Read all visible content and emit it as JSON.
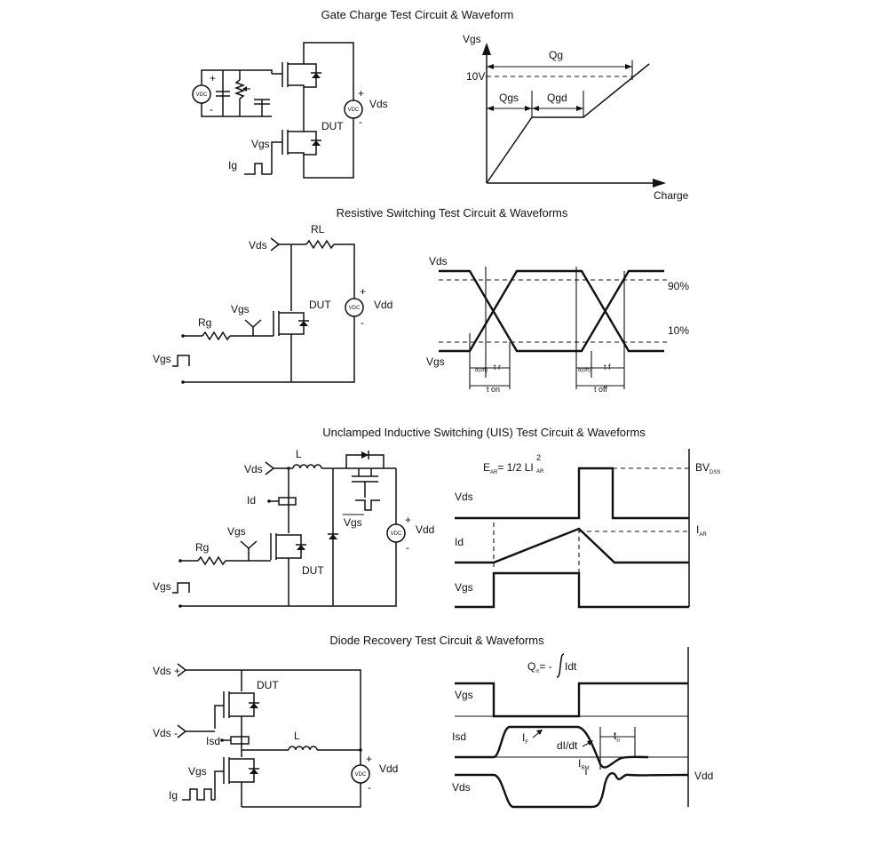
{
  "sections": {
    "gate_charge": {
      "title": "Gate Charge Test Circuit & Waveform",
      "circuit": {
        "source_plus": "+",
        "source_minus": "-",
        "vdc": "VDC",
        "vds": "Vds",
        "vds_plus": "+",
        "vds_minus": "-",
        "dut": "DUT",
        "vgs": "Vgs",
        "ig": "Ig"
      },
      "waveform": {
        "vgs": "Vgs",
        "qg": "Qg",
        "v10": "10V",
        "qgs": "Qgs",
        "qgd": "Qgd",
        "charge": "Charge"
      }
    },
    "resistive": {
      "title": "Resistive Switching Test Circuit & Waveforms",
      "circuit": {
        "vds": "Vds",
        "rl": "RL",
        "dut": "DUT",
        "vgs": "Vgs",
        "rg": "Rg",
        "vdc": "VDC",
        "vdd": "Vdd",
        "plus": "+",
        "minus": "-",
        "vgs_in": "Vgs"
      },
      "waveform": {
        "vds": "Vds",
        "p90": "90%",
        "p10": "10%",
        "vgs": "Vgs",
        "td_on": "d(on)",
        "tr": "t r",
        "td_off": "d(off)",
        "tf": "t f",
        "ton": "t on",
        "toff": "t off"
      }
    },
    "uis": {
      "title": "Unclamped Inductive Switching (UIS) Test Circuit & Waveforms",
      "circuit": {
        "vds": "Vds",
        "l": "L",
        "id": "Id",
        "vgs_bar": "Vgs",
        "vdc": "VDC",
        "vdd": "Vdd",
        "plus": "+",
        "minus": "-",
        "vgs": "Vgs",
        "rg": "Rg",
        "dut": "DUT",
        "vgs_in": "Vgs"
      },
      "waveform": {
        "ear": "E",
        "ear_sub": "AR",
        "ear_eq": "= 1/2 LI",
        "ear_exp": "2",
        "ear_sub2": "AR",
        "bv": "BV",
        "bv_sub": "DSS",
        "vds": "Vds",
        "id": "Id",
        "iar": "I",
        "iar_sub": "AR",
        "vgs": "Vgs"
      }
    },
    "diode": {
      "title": "Diode Recovery Test Circuit & Waveforms",
      "circuit": {
        "vds_plus": "Vds +",
        "dut": "DUT",
        "vds_minus": "Vds -",
        "isd": "Isd",
        "l": "L",
        "vdc": "VDC",
        "vdd": "Vdd",
        "plus": "+",
        "minus": "-",
        "vgs": "Vgs",
        "ig": "Ig"
      },
      "waveform": {
        "qrr": "Q",
        "qrr_sub": "rr",
        "qrr_eq": "= -",
        "idt": "Idt",
        "vgs": "Vgs",
        "isd": "Isd",
        "if": "I",
        "if_sub": "F",
        "didt": "dI/dt",
        "trr": "t",
        "trr_sub": "rr",
        "irm": "I",
        "irm_sub": "RM",
        "vds": "Vds",
        "vdd": "Vdd"
      }
    }
  }
}
